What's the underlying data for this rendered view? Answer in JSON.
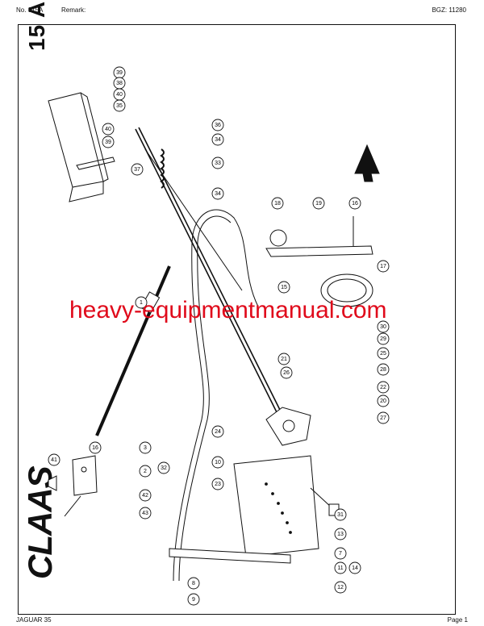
{
  "header": {
    "doc_no": "No. 015A",
    "remark_label": "Remark:",
    "bgz": "BGZ: 11280"
  },
  "footer": {
    "model": "JAGUAR 35",
    "page": "Page 1"
  },
  "sheet_code": "15 A",
  "brand": "CLAAS",
  "watermark": "heavy-equipmentmanual.com",
  "callouts": [
    "39",
    "38",
    "40",
    "35",
    "40",
    "39",
    "36",
    "34",
    "33",
    "37",
    "34",
    "18",
    "19",
    "16",
    "17",
    "15",
    "1",
    "30",
    "29",
    "25",
    "21",
    "26",
    "28",
    "22",
    "20",
    "27",
    "24",
    "41",
    "16",
    "3",
    "2",
    "42",
    "43",
    "10",
    "32",
    "23",
    "31",
    "13",
    "7",
    "8",
    "11",
    "14",
    "12",
    "9"
  ]
}
